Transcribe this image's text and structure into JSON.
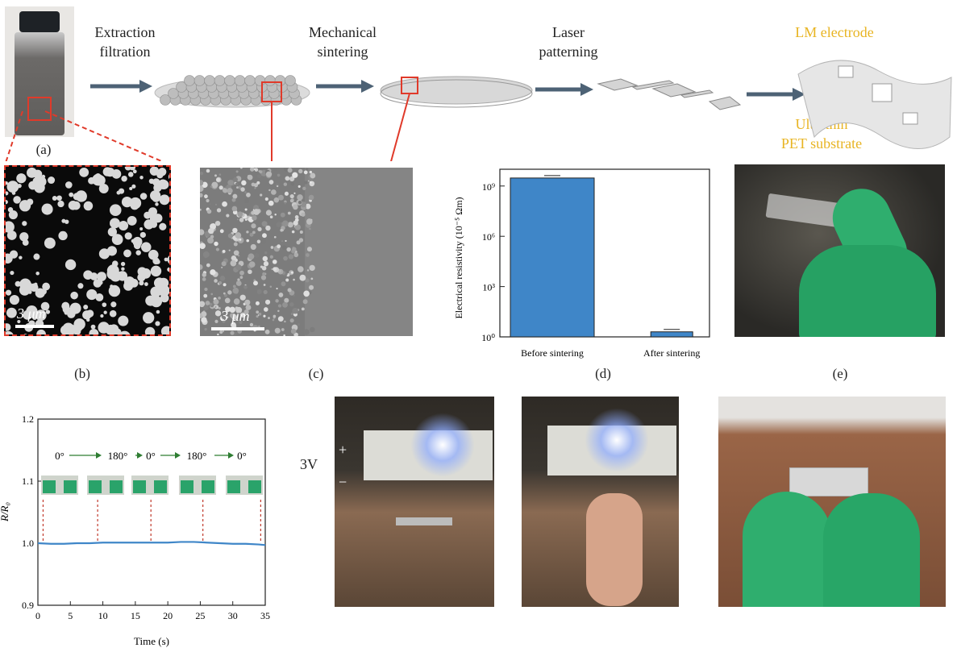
{
  "stages": {
    "extraction": "Extraction\nfiltration",
    "sintering": "Mechanical\nsintering",
    "laser": "Laser\npatterning",
    "electrode": "LM electrode",
    "substrate": "Ultrathin\nPET substrate"
  },
  "panels": {
    "a": "(a)",
    "b": "(b)",
    "c": "(c)",
    "d": "(d)",
    "e": "(e)"
  },
  "scalebars": {
    "b": "3 μm",
    "c": "3 μm"
  },
  "resistivity_chart": {
    "ylabel": "Electrical resistivity (10⁻⁵ Ωm)",
    "yticks": [
      "10⁰",
      "10³",
      "10⁶",
      "10⁹"
    ],
    "categories": [
      "Before sintering",
      "After sintering"
    ],
    "color": "#3f86c8"
  },
  "rr_chart": {
    "ylabel": "R/R₀",
    "xlabel": "Time (s)",
    "yticks": [
      "0.9",
      "1.0",
      "1.1",
      "1.2"
    ],
    "xticks": [
      "0",
      "5",
      "10",
      "15",
      "20",
      "25",
      "30",
      "35"
    ],
    "angles": [
      "0°",
      "180°",
      "0°",
      "180°",
      "0°"
    ],
    "color": "#3f86c8"
  },
  "voltage": {
    "label": "3V",
    "plus": "+",
    "minus": "−"
  },
  "chart_data": [
    {
      "type": "bar",
      "categories": [
        "Before sintering",
        "After sintering"
      ],
      "values": [
        3000000000,
        2
      ],
      "ylabel": "Electrical resistivity (10⁻⁵ Ωm)",
      "ylim": [
        1,
        10000000000
      ],
      "yscale": "log",
      "error_bars": true
    },
    {
      "type": "line",
      "xlabel": "Time (s)",
      "ylabel": "R/R₀",
      "xlim": [
        0,
        35
      ],
      "ylim": [
        0.9,
        1.2
      ],
      "x": [
        0,
        2,
        4,
        6,
        8,
        10,
        12,
        14,
        16,
        18,
        20,
        22,
        24,
        26,
        28,
        30,
        32,
        34,
        35
      ],
      "y": [
        1.0,
        0.999,
        0.999,
        1.0,
        1.0,
        1.001,
        1.001,
        1.001,
        1.001,
        1.001,
        1.001,
        1.002,
        1.002,
        1.001,
        1.0,
        0.999,
        0.999,
        0.998,
        0.997
      ],
      "markers_x": [
        0.8,
        9.2,
        17.4,
        25.4,
        34.3
      ],
      "annotations": [
        "0°",
        "180°",
        "0°",
        "180°",
        "0°"
      ]
    }
  ]
}
